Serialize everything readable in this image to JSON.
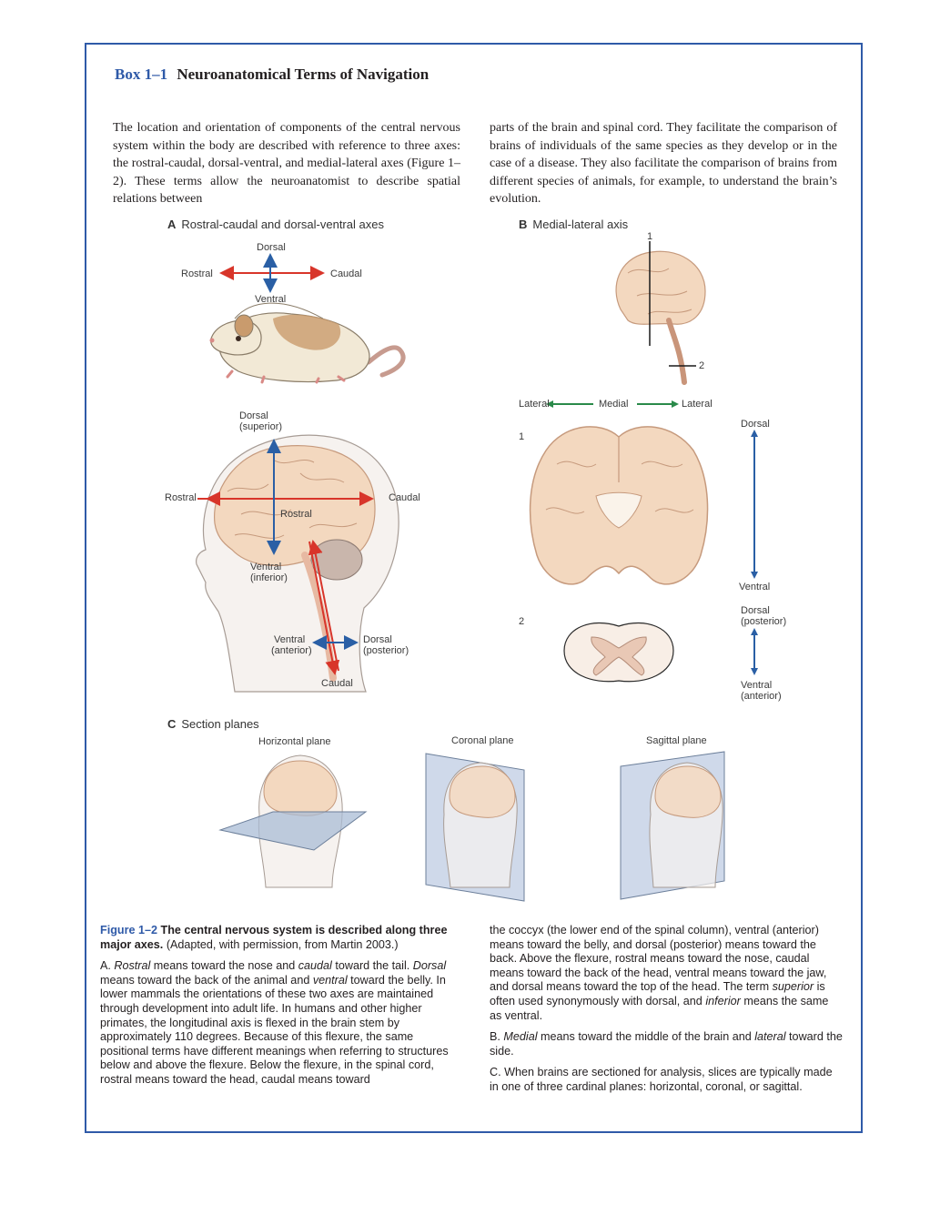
{
  "box": {
    "number": "Box 1–1",
    "title": "Neuroanatomical Terms of Navigation"
  },
  "intro": {
    "left": "The location and orientation of components of the central nervous system within the body are described with reference to three axes: the rostral-caudal, dorsal-ventral, and medial-lateral axes (Figure 1–2). These terms allow the neuroanatomist to describe spatial relations between",
    "right": "parts of the brain and spinal cord. They facilitate the comparison of brains of individuals of the same species as they develop or in the case of a disease. They also facilitate the comparison of brains from different species of animals, for example, to understand the brain’s evolution."
  },
  "panel_a": {
    "letter": "A",
    "title": "Rostral-caudal and dorsal-ventral axes",
    "rat": {
      "dorsal": "Dorsal",
      "ventral": "Ventral",
      "rostral": "Rostral",
      "caudal": "Caudal"
    },
    "human": {
      "dorsal": "Dorsal",
      "dorsal_sub": "(superior)",
      "rostral_left": "Rostral",
      "caudal_right": "Caudal",
      "rostral_inner": "Rostral",
      "ventral": "Ventral",
      "ventral_sub": "(inferior)",
      "ventral_ant": "Ventral",
      "ventral_ant_sub": "(anterior)",
      "dorsal_post": "Dorsal",
      "dorsal_post_sub": "(posterior)",
      "caudal_bottom": "Caudal"
    }
  },
  "panel_b": {
    "letter": "B",
    "title": "Medial-lateral axis",
    "mark1": "1",
    "mark2": "2",
    "lateral_left": "Lateral",
    "medial": "Medial",
    "lateral_right": "Lateral",
    "section1": "1",
    "section2": "2",
    "dorsal": "Dorsal",
    "ventral": "Ventral",
    "dorsal_post": "Dorsal",
    "dorsal_post_sub": "(posterior)",
    "ventral_ant": "Ventral",
    "ventral_ant_sub": "(anterior)"
  },
  "panel_c": {
    "letter": "C",
    "title": "Section planes",
    "planes": [
      "Horizontal plane",
      "Coronal plane",
      "Sagittal plane"
    ]
  },
  "caption": {
    "figure": "Figure 1–2",
    "heading": "The central nervous system is described along three major axes.",
    "credit": "(Adapted, with permission, from Martin 2003.)",
    "a_label": "A.",
    "a_rostral": "Rostral",
    "a_t1": " means toward the nose and ",
    "a_caudal": "caudal",
    "a_t2": " toward the tail. ",
    "a_dorsal": "Dorsal",
    "a_t3": " means toward the back of the animal and ",
    "a_ventral": "ventral",
    "a_t4": " toward the belly. In lower mammals the orientations of these two axes are maintained through development into adult life. In humans and other higher primates, the longitudinal axis is flexed in the brain stem by approximately 110 degrees. Because of this flexure, the same positional terms have different meanings when referring to structures below and above the flexure. Below the flexure, in the spinal cord, rostral means toward the head, caudal means toward",
    "a_cont_1": "the coccyx (the lower end of the spinal column), ventral (anterior) means toward the belly, and dorsal (posterior) means toward the back. Above the flexure, rostral means toward the nose, caudal means toward the back of the head, ventral means toward the jaw, and dorsal means toward the top of the head. The term ",
    "a_superior": "superior",
    "a_cont_2": " is often used synonymously with dorsal, and ",
    "a_inferior": "inferior",
    "a_cont_3": " means the same as ventral.",
    "b_label": "B.",
    "b_medial": "Medial",
    "b_t1": " means toward the middle of the brain and ",
    "b_lateral": "lateral",
    "b_t2": " toward the side.",
    "c_label": "C.",
    "c_text": "When brains are sectioned for analysis, slices are typically made in one of three cardinal planes: horizontal, coronal, or sagittal."
  }
}
